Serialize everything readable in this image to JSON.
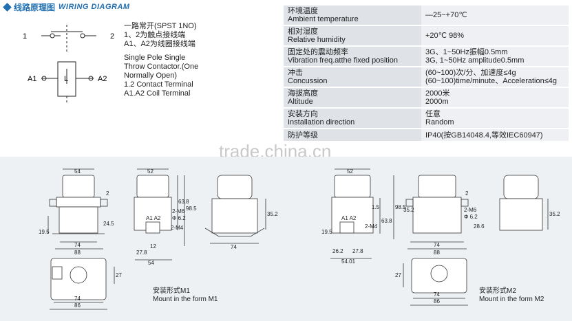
{
  "header": {
    "title_cn": "线路原理图",
    "title_en": "WIRING DIAGRAM"
  },
  "schematic": {
    "terminal_1": "1",
    "terminal_2": "2",
    "coil_left": "A1",
    "coil_right": "A2",
    "coil_letter": "L"
  },
  "description": [
    "一路常开(SPST 1NO)",
    "1、2为触点接线端",
    "A1、A2为线圈接线端",
    "Single Pole Single",
    "Throw Contactor.(One",
    "Normally Open)",
    "1.2 Contact Terminal",
    "A1.A2 Coil Terminal"
  ],
  "specs": [
    {
      "cn": "环境温度",
      "en": "Ambient temperature",
      "value": [
        "—25~+70℃"
      ]
    },
    {
      "cn": "相对湿度",
      "en": "Relative humidity",
      "value": [
        "+20℃  98%"
      ]
    },
    {
      "cn": "固定处的震动频率",
      "en": "Vibration freq.atthe fixed position",
      "value": [
        "3G、1~50Hz振幅0.5mm",
        "3G, 1~50Hz amplitude0.5mm"
      ]
    },
    {
      "cn": "冲击",
      "en": "Concussion",
      "value": [
        "(60~100)次/分、加速度≤4g",
        "(60~100)time/minute、Acceleration≤4g"
      ]
    },
    {
      "cn": "海拔高度",
      "en": "Altitude",
      "value": [
        "2000米",
        "2000m"
      ]
    },
    {
      "cn": "安装方向",
      "en": "Installation direction",
      "value": [
        "任意",
        "Random"
      ]
    },
    {
      "cn": "防护等级",
      "en": "",
      "value": [
        "IP40(按GB14048.4,等效IEC60947)"
      ]
    }
  ],
  "watermark": "trade.china.cn",
  "dims_m1": {
    "front_top": "54",
    "front_b1": "74",
    "front_b2": "88",
    "front_h1": "19.5",
    "front_h2": "24.5",
    "front_h3": "2",
    "side_top": "52",
    "side_h": "63.8",
    "side_h2": "98.5",
    "side_m6": "2-M6",
    "side_d": "Φ 6.2",
    "side_m4": "2-M4",
    "side_b1": "12",
    "side_b2": "27.8",
    "side_b3": "54",
    "side_lbl": "A1 A2",
    "right_b": "74",
    "right_h": "35.2",
    "base_w1": "74",
    "base_w2": "86",
    "base_h": "27"
  },
  "dims_m2": {
    "front_top": "52",
    "front_h1": "19.5",
    "front_h2": "1.5",
    "front_h3": "63.8",
    "front_h4": "98.5",
    "front_m4": "2-M4",
    "front_b1": "26.2",
    "front_b2": "27.8",
    "front_b3": "54.01",
    "front_lbl": "A1 A2",
    "right_h1": "35.2",
    "right_m6": "2-M6",
    "right_d": "Φ 6.2",
    "right_h2": "28.6",
    "right_b1": "74",
    "right_b2": "88",
    "right_h3": "2",
    "right_h4": "35.2",
    "base_h": "27",
    "base_w1": "74",
    "base_w2": "86"
  },
  "captions": {
    "m1_cn": "安装形式M1",
    "m1_en": "Mount in the form M1",
    "m2_cn": "安装形式M2",
    "m2_en": "Mount in the form M2"
  }
}
